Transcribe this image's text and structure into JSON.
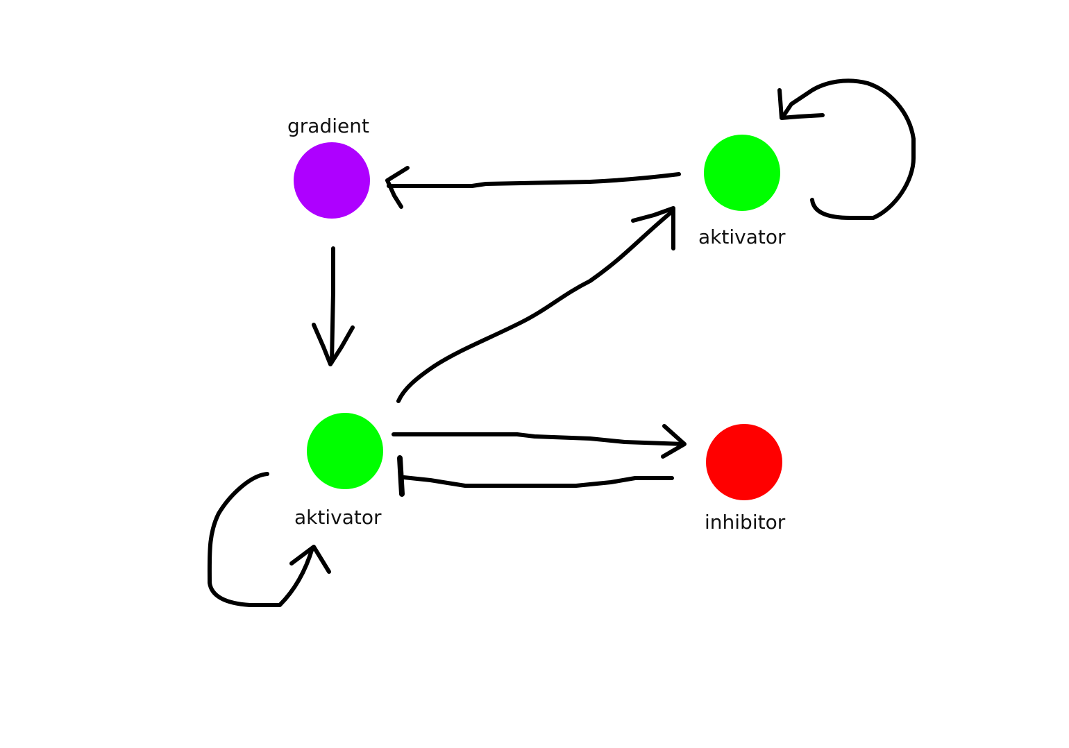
{
  "diagram": {
    "nodes": [
      {
        "id": "gradient",
        "label": "gradient",
        "color": "#AE00FF"
      },
      {
        "id": "aktivator_top",
        "label": "aktivator",
        "color": "#00FF00"
      },
      {
        "id": "aktivator_bottom",
        "label": "aktivator",
        "color": "#00FF00"
      },
      {
        "id": "inhibitor",
        "label": "inhibitor",
        "color": "#FF0000"
      }
    ],
    "edges": [
      {
        "from": "aktivator_top",
        "to": "gradient",
        "type": "activation"
      },
      {
        "from": "aktivator_top",
        "to": "aktivator_top",
        "type": "self-activation"
      },
      {
        "from": "gradient",
        "to": "aktivator_bottom",
        "type": "activation"
      },
      {
        "from": "aktivator_bottom",
        "to": "aktivator_top",
        "type": "activation"
      },
      {
        "from": "aktivator_bottom",
        "to": "inhibitor",
        "type": "activation"
      },
      {
        "from": "inhibitor",
        "to": "aktivator_bottom",
        "type": "inhibition"
      },
      {
        "from": "aktivator_bottom",
        "to": "aktivator_bottom",
        "type": "self-activation"
      }
    ]
  }
}
